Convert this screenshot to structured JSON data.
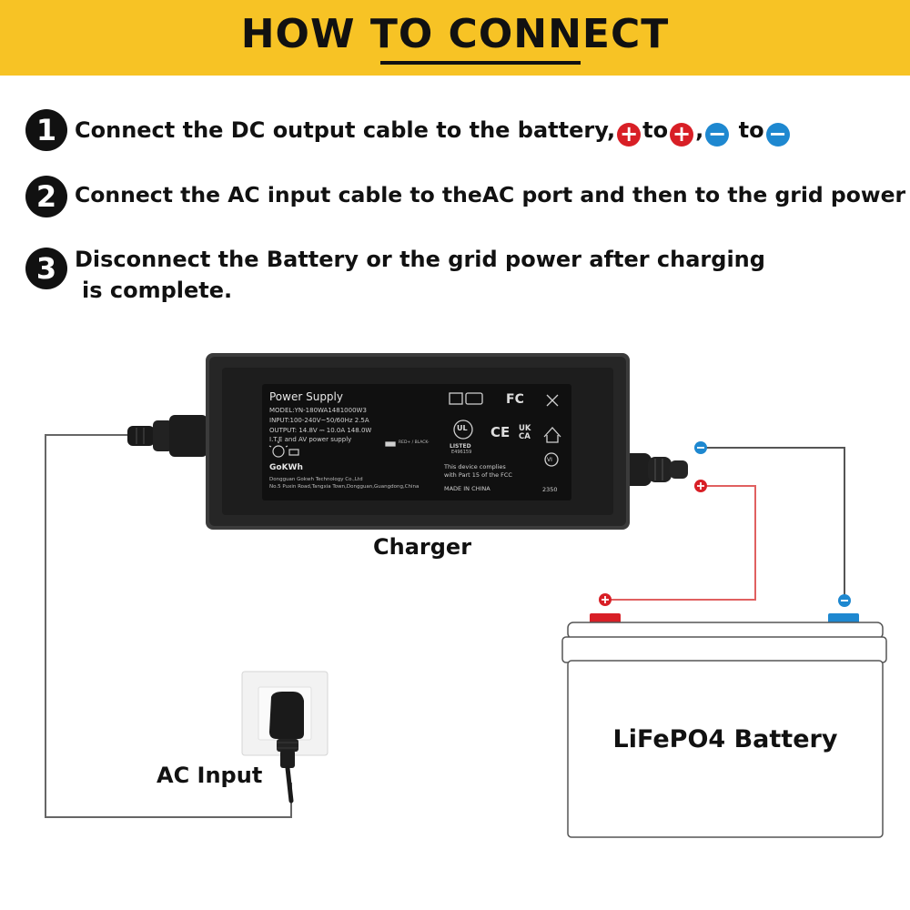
{
  "header": {
    "title": "HOW TO CONNECT"
  },
  "steps": [
    {
      "number": "1",
      "text_a": "Connect the DC output cable to the battery,",
      "to1": "to",
      "sep": ",",
      "to2": "to"
    },
    {
      "number": "2",
      "text": "Connect the AC input cable to theAC port and then to the grid power"
    },
    {
      "number": "3",
      "line1": "Disconnect the Battery or the grid power after charging",
      "line2": "is complete."
    }
  ],
  "symbols": {
    "plus": "+",
    "minus": "−"
  },
  "charger": {
    "label": "Charger",
    "plate": {
      "title": "Power Supply",
      "model": "MODEL:YN-180WA1481000W3",
      "input": "INPUT:100-240V~50/60Hz 2.5A",
      "output": "OUTPUT: 14.8V ⎓ 10.0A  148.0W",
      "category": "I.T.E and AV power supply",
      "brand": "GoKWh",
      "maker1": "Dongguan Gokwh Technology Co.,Ltd",
      "maker2": "No.5 Puxin Road,Tangxia Town,Dongguan,Guangdong,China",
      "polarity": "RED+ / BLACK-",
      "listed": "LISTED",
      "file_no": "E496159",
      "fcc1": "This device complies",
      "fcc2": "with Part 15 of the FCC",
      "origin": "MADE IN CHINA",
      "code": "2350",
      "mark_fc": "FC",
      "mark_ce": "CE",
      "mark_ukca": "UK CA",
      "mark_ul": "UL",
      "mark_vi": "VI"
    }
  },
  "ac_input": {
    "label": "AC Input"
  },
  "battery": {
    "label": "LiFePO4 Battery"
  },
  "colors": {
    "header": "#f7c325",
    "positive": "#d81f26",
    "negative": "#1e88d0",
    "wire_neg": "#555555",
    "wire_pos": "#e06060"
  }
}
